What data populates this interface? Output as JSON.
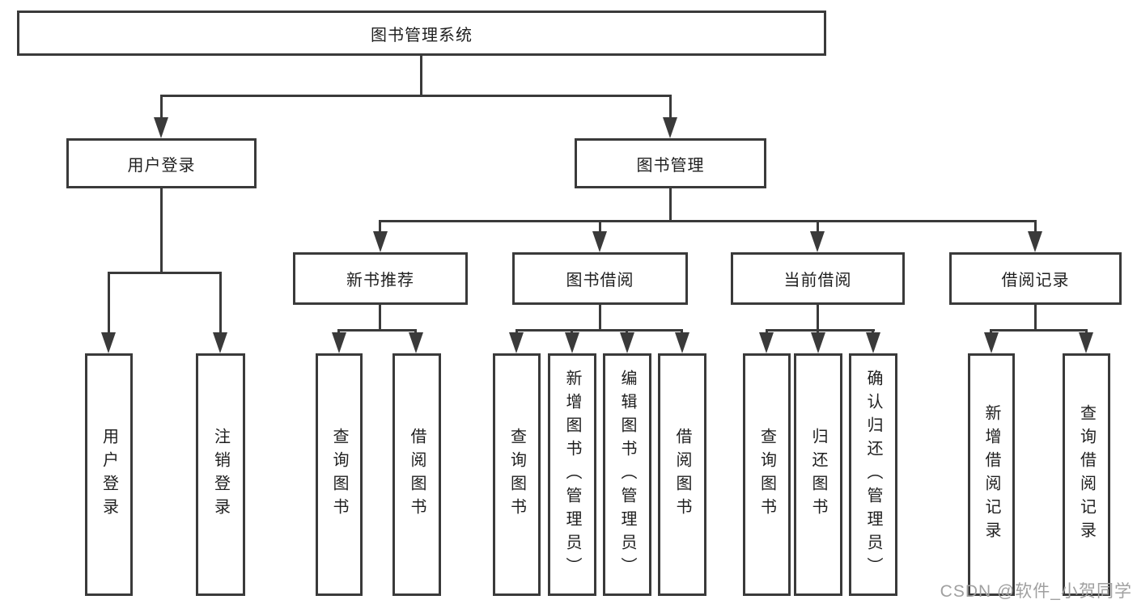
{
  "diagram": {
    "root": {
      "label": "图书管理系统"
    },
    "branches": [
      {
        "label": "用户登录",
        "children": [
          {
            "label": "用户登录"
          },
          {
            "label": "注销登录"
          }
        ]
      },
      {
        "label": "图书管理",
        "children": [
          {
            "label": "新书推荐",
            "children": [
              {
                "label": "查询图书"
              },
              {
                "label": "借阅图书"
              }
            ]
          },
          {
            "label": "图书借阅",
            "children": [
              {
                "label": "查询图书"
              },
              {
                "label": "新增图书（管理员）"
              },
              {
                "label": "编辑图书（管理员）"
              },
              {
                "label": "借阅图书"
              }
            ]
          },
          {
            "label": "当前借阅",
            "children": [
              {
                "label": "查询图书"
              },
              {
                "label": "归还图书"
              },
              {
                "label": "确认归还（管理员）"
              }
            ]
          },
          {
            "label": "借阅记录",
            "children": [
              {
                "label": "新增借阅记录"
              },
              {
                "label": "查询借阅记录"
              }
            ]
          }
        ]
      }
    ]
  },
  "watermark": {
    "text": "CSDN @软件_小贺同学"
  },
  "colors": {
    "line": "#3a3a3a",
    "text": "#1f1f1f",
    "watermark": "#a0a0a0",
    "background": "#ffffff"
  }
}
